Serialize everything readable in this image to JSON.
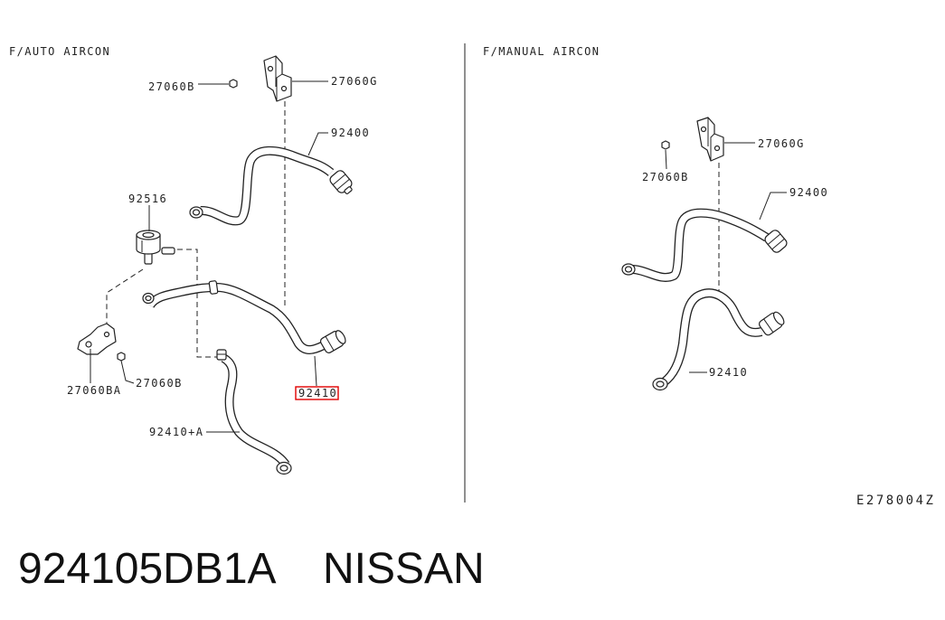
{
  "diagram": {
    "auto_aircon": {
      "title": "F/AUTO AIRCON",
      "labels": {
        "upper_bolt": "27060B",
        "upper_bracket": "27060G",
        "upper_hose": "92400",
        "valve": "92516",
        "lower_bracket": "27060BA",
        "lower_bolt": "27060B",
        "lower_hose": "92410",
        "lower_hose_a": "92410+A"
      }
    },
    "manual_aircon": {
      "title": "F/MANUAL AIRCON",
      "labels": {
        "bracket": "27060G",
        "bolt": "27060B",
        "upper_hose": "92400",
        "lower_hose": "92410"
      }
    },
    "figure_code": "E278004Z",
    "highlight_color": "#e00000"
  },
  "footer": {
    "part_number": "924105DB1A",
    "brand": "NISSAN"
  }
}
